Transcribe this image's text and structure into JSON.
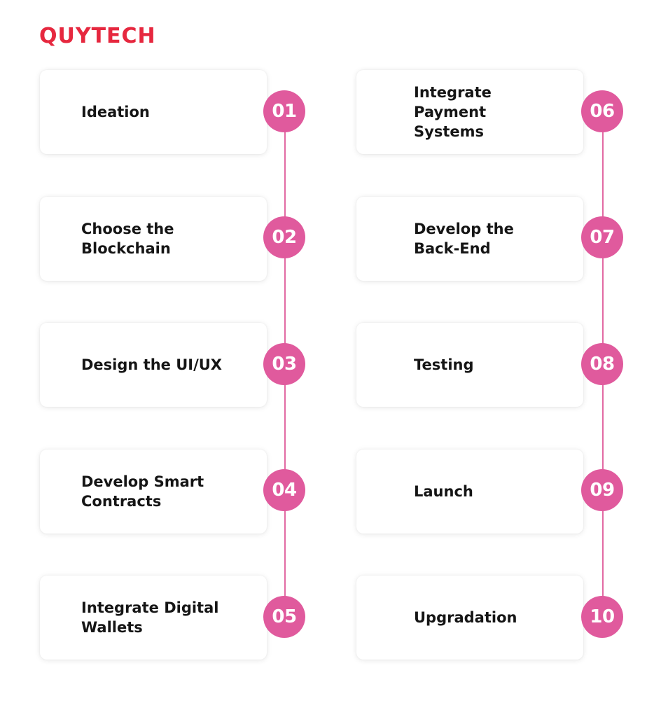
{
  "brand": {
    "logo_text": "QUYTECH",
    "accent_color": "#e6283f",
    "badge_color": "#e05a9d"
  },
  "steps_left": [
    {
      "number": "01",
      "label": "Ideation"
    },
    {
      "number": "02",
      "label": "Choose the\nBlockchain"
    },
    {
      "number": "03",
      "label": "Design the UI/UX"
    },
    {
      "number": "04",
      "label": "Develop Smart\nContracts"
    },
    {
      "number": "05",
      "label": "Integrate Digital\nWallets"
    }
  ],
  "steps_right": [
    {
      "number": "06",
      "label": "Integrate\nPayment\nSystems"
    },
    {
      "number": "07",
      "label": "Develop the\nBack-End"
    },
    {
      "number": "08",
      "label": "Testing"
    },
    {
      "number": "09",
      "label": "Launch"
    },
    {
      "number": "10",
      "label": "Upgradation"
    }
  ]
}
